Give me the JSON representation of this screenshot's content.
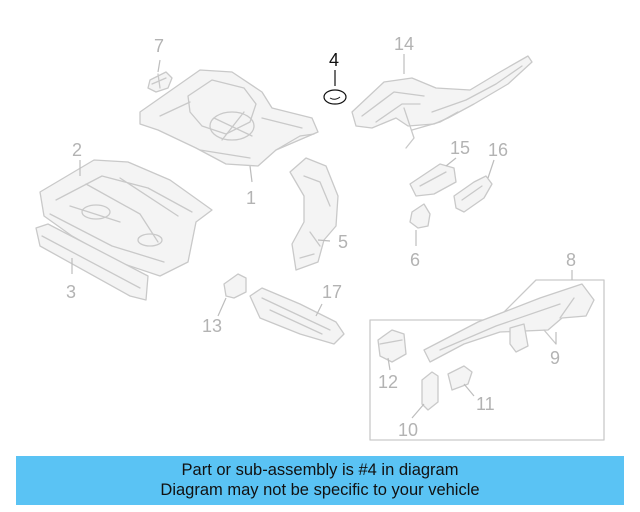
{
  "diagram": {
    "callouts": [
      {
        "id": "1",
        "active": false
      },
      {
        "id": "2",
        "active": false
      },
      {
        "id": "3",
        "active": false
      },
      {
        "id": "4",
        "active": true
      },
      {
        "id": "5",
        "active": false
      },
      {
        "id": "6",
        "active": false
      },
      {
        "id": "7",
        "active": false
      },
      {
        "id": "8",
        "active": false
      },
      {
        "id": "9",
        "active": false
      },
      {
        "id": "10",
        "active": false
      },
      {
        "id": "11",
        "active": false
      },
      {
        "id": "12",
        "active": false
      },
      {
        "id": "13",
        "active": false
      },
      {
        "id": "14",
        "active": false
      },
      {
        "id": "15",
        "active": false
      },
      {
        "id": "16",
        "active": false
      },
      {
        "id": "17",
        "active": false
      }
    ]
  },
  "banner": {
    "line1": "Part or sub-assembly is #4 in diagram",
    "line2": "Diagram may not be specific to your vehicle",
    "color": "#5ac3f4"
  }
}
